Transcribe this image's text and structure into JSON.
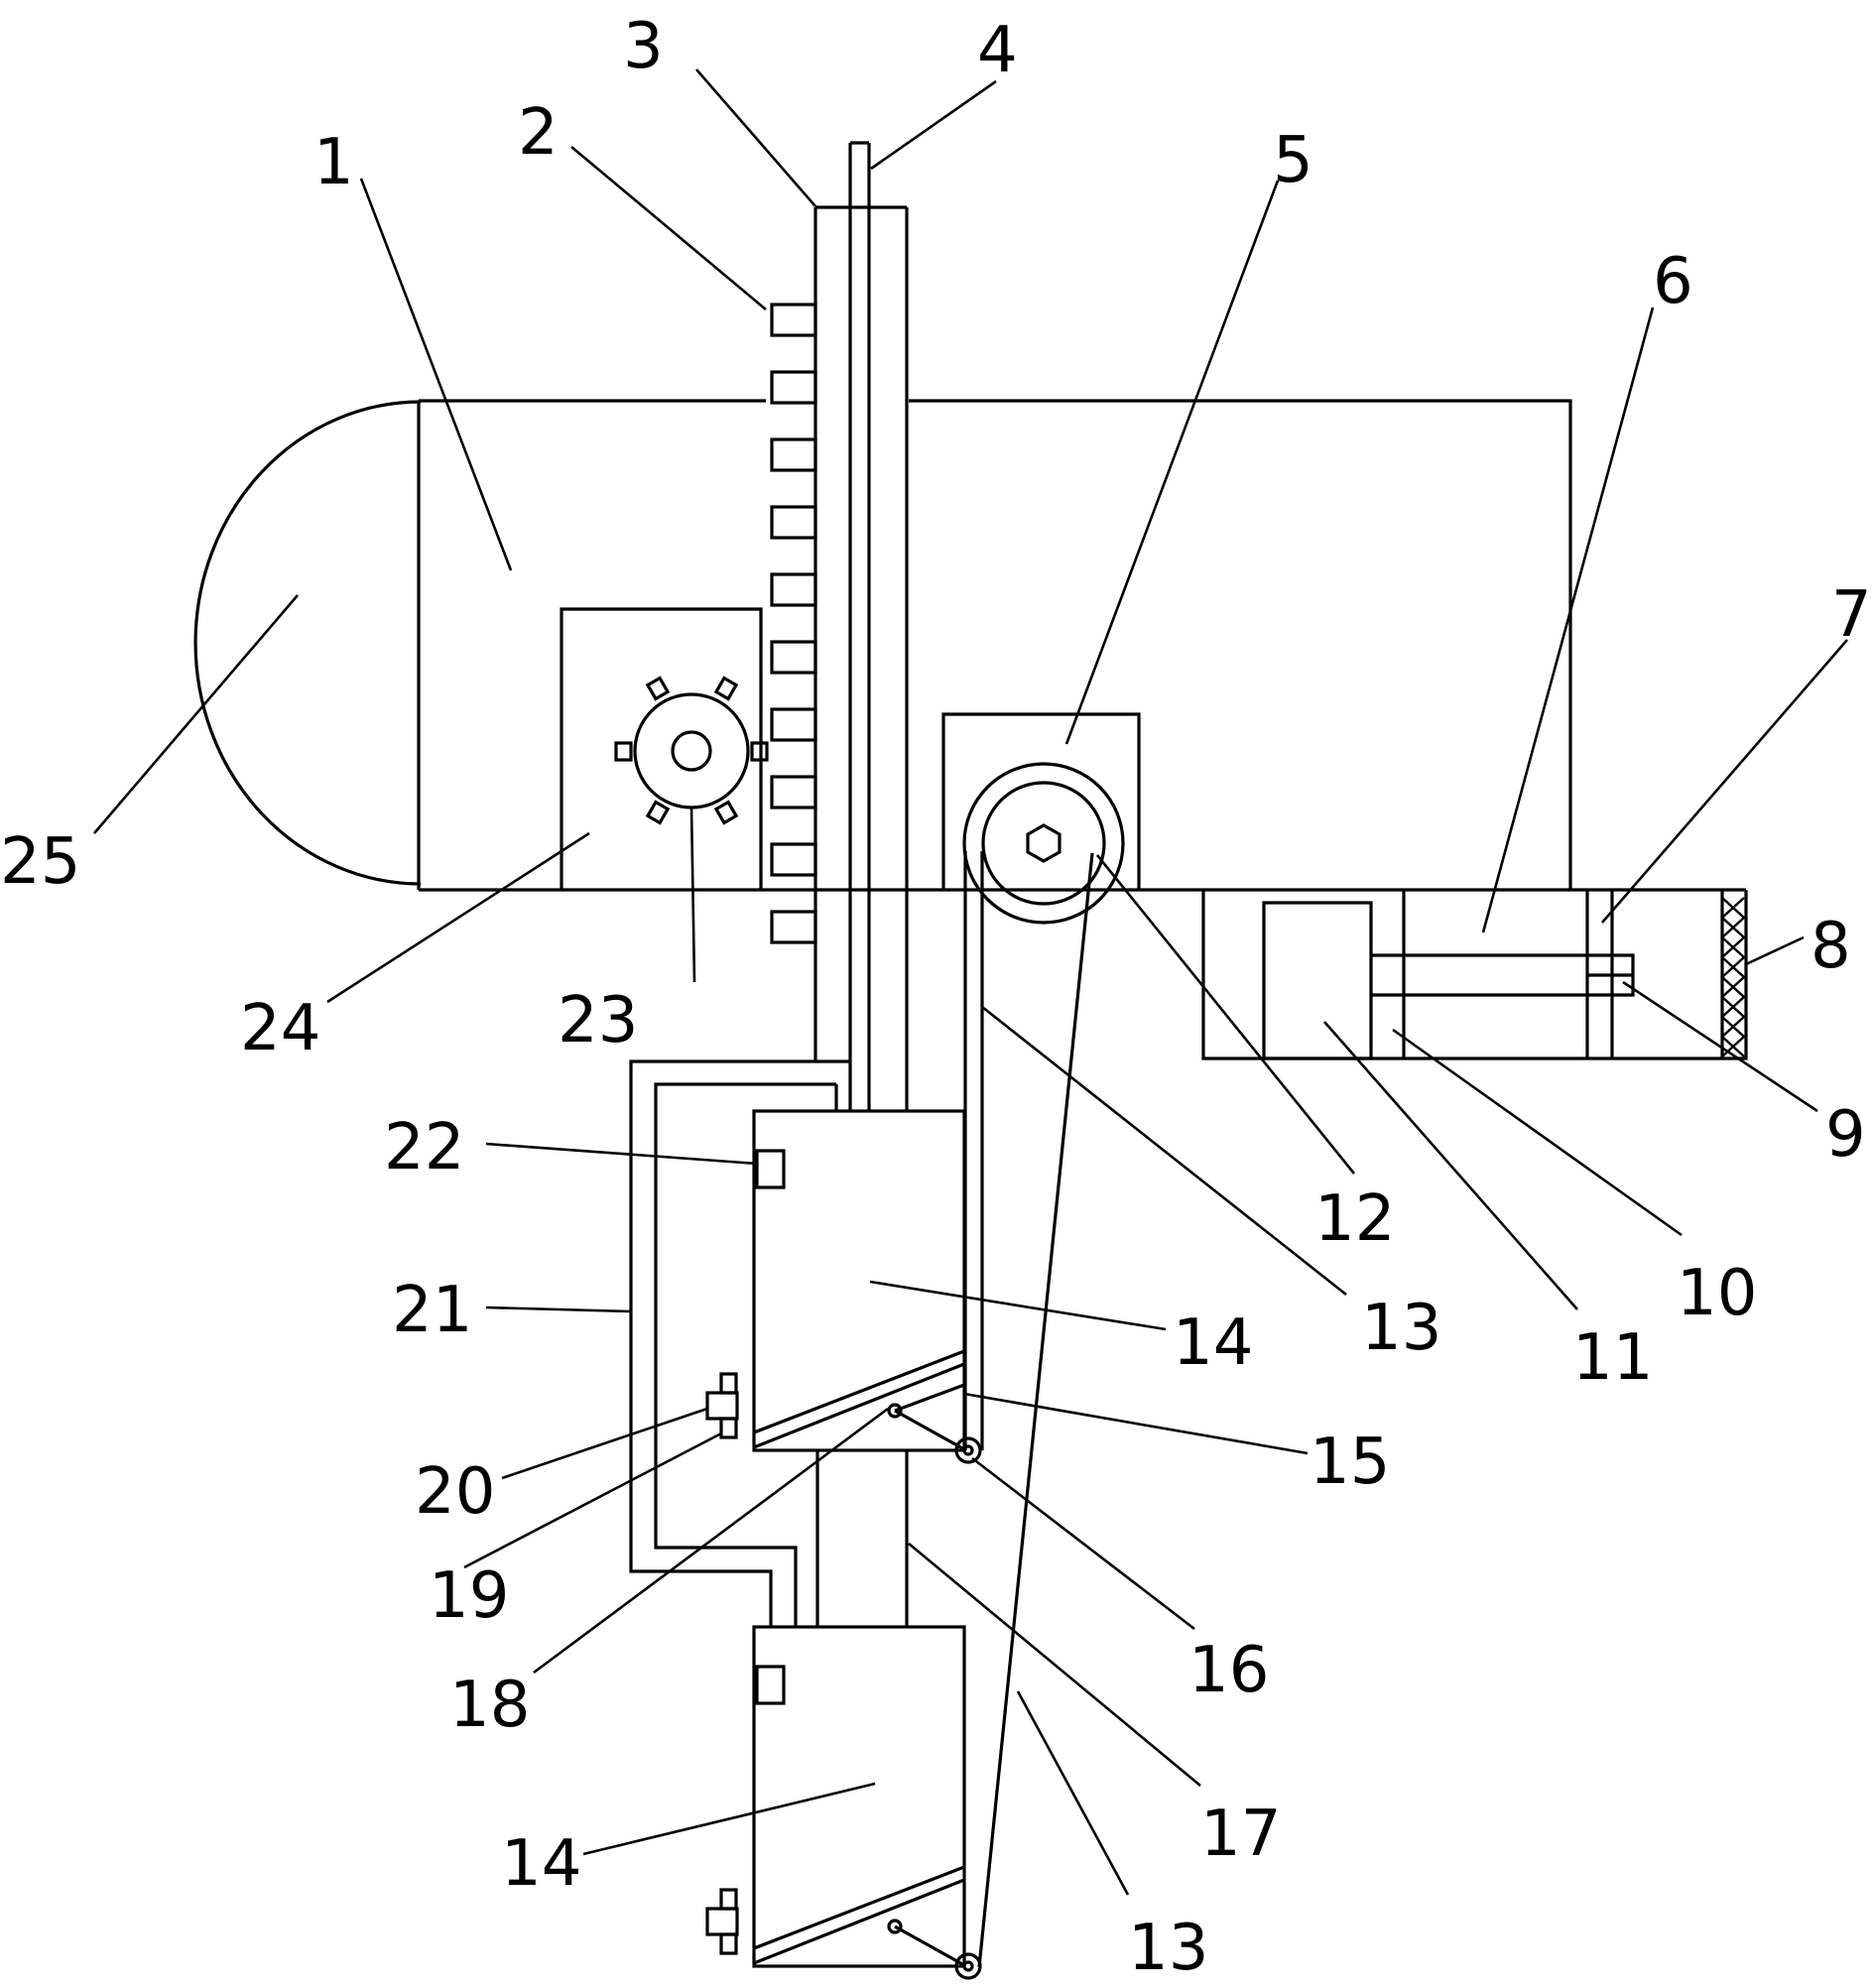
{
  "labels": [
    {
      "id": "1",
      "text": "1"
    },
    {
      "id": "2",
      "text": "2"
    },
    {
      "id": "3",
      "text": "3"
    },
    {
      "id": "4",
      "text": "4"
    },
    {
      "id": "5",
      "text": "5"
    },
    {
      "id": "6",
      "text": "6"
    },
    {
      "id": "7",
      "text": "7"
    },
    {
      "id": "8",
      "text": "8"
    },
    {
      "id": "9",
      "text": "9"
    },
    {
      "id": "10",
      "text": "10"
    },
    {
      "id": "11",
      "text": "11"
    },
    {
      "id": "12",
      "text": "12"
    },
    {
      "id": "13a",
      "text": "13"
    },
    {
      "id": "13b",
      "text": "13"
    },
    {
      "id": "14a",
      "text": "14"
    },
    {
      "id": "14b",
      "text": "14"
    },
    {
      "id": "15",
      "text": "15"
    },
    {
      "id": "16",
      "text": "16"
    },
    {
      "id": "17",
      "text": "17"
    },
    {
      "id": "18",
      "text": "18"
    },
    {
      "id": "19",
      "text": "19"
    },
    {
      "id": "20",
      "text": "20"
    },
    {
      "id": "21",
      "text": "21"
    },
    {
      "id": "22",
      "text": "22"
    },
    {
      "id": "23",
      "text": "23"
    },
    {
      "id": "24",
      "text": "24"
    },
    {
      "id": "25",
      "text": "25"
    }
  ]
}
